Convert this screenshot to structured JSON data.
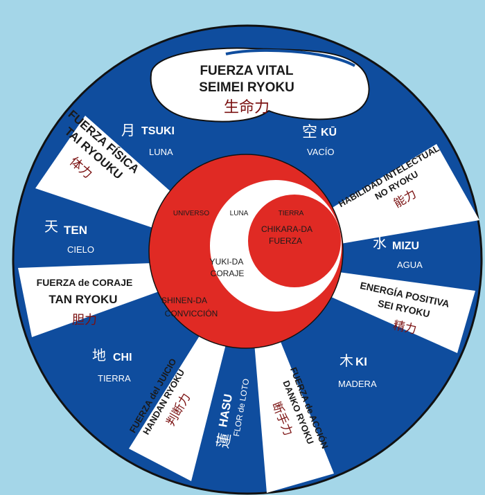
{
  "colors": {
    "background": "#a4d6e8",
    "blue": "#0f4d9e",
    "white": "#ffffff",
    "red": "#e02a24",
    "dark_text": "#1a1a1a",
    "kanji": "#7a1010",
    "outline": "#111111"
  },
  "top": {
    "title": "FUERZA VITAL",
    "subtitle": "SEIMEI RYOKU",
    "kanji": "生命力"
  },
  "elements": {
    "tsuki": {
      "kanji": "月",
      "name": "TSUKI",
      "meaning": "LUNA"
    },
    "ku": {
      "kanji": "空",
      "name": "KŪ",
      "meaning": "VACÍO"
    },
    "ten": {
      "kanji": "天",
      "name": "TEN",
      "meaning": "CIELO"
    },
    "mizu": {
      "kanji": "水",
      "name": "MIZU",
      "meaning": "AGUA"
    },
    "chi": {
      "kanji": "地",
      "name": "CHI",
      "meaning": "TIERRA"
    },
    "ki": {
      "kanji": "木",
      "name": "KI",
      "meaning": "MADERA"
    },
    "hasu": {
      "kanji": "蓮",
      "name": "HASU",
      "meaning": "FLOR de LOTO"
    }
  },
  "forces": {
    "fisica": {
      "line1": "FUERZA FÍSICA",
      "line2": "TAI RYOUKU",
      "kanji": "体力"
    },
    "intelectual": {
      "line1": "HABILIDAD INTELECTUAL",
      "line2": "NO RYOKU",
      "kanji": "能力"
    },
    "coraje": {
      "line1": "FUERZA de CORAJE",
      "line2": "TAN RYOKU",
      "kanji": "胆力"
    },
    "positiva": {
      "line1": "ENERGÍA POSITIVA",
      "line2": "SEI RYOKU",
      "kanji": "精力"
    },
    "juicio": {
      "line1": "FUERZA del JUICIO",
      "line2": "HANDAN RYOKU",
      "kanji": "判断力"
    },
    "accion": {
      "line1": "FUERZA de ACCIÓN",
      "line2": "DANKO RYOKU",
      "kanji": "断手力"
    }
  },
  "center": {
    "universo": "UNIVERSO",
    "luna": "LUNA",
    "tierra": "TIERRA",
    "chikara_1": "CHIKARA-DA",
    "chikara_2": "FUERZA",
    "yuki_1": "YUKI-DA",
    "yuki_2": "CORAJE",
    "shinen_1": "SHINEN-DA",
    "shinen_2": "CONVICCIÓN"
  }
}
